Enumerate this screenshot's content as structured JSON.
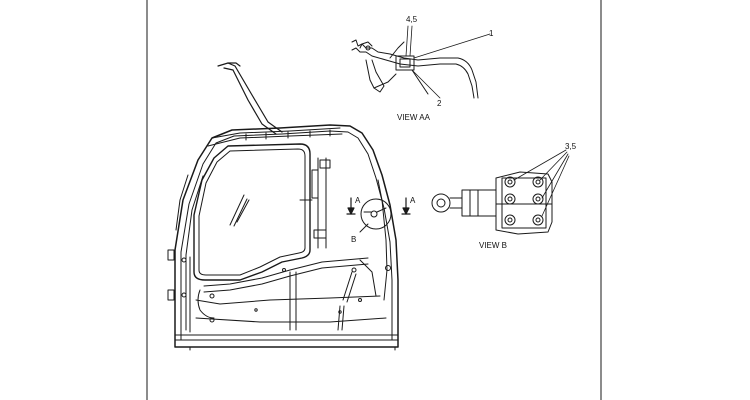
{
  "colors": {
    "ink": "#1a1a1a",
    "background": "#ffffff"
  },
  "callouts": {
    "c45": "4,5",
    "c1": "1",
    "c2": "2",
    "c35": "3,5",
    "section_a_left": "A",
    "section_a_right": "A",
    "detail_b": "B"
  },
  "views": {
    "view_aa": "VIEW AA",
    "view_b": "VIEW B"
  }
}
